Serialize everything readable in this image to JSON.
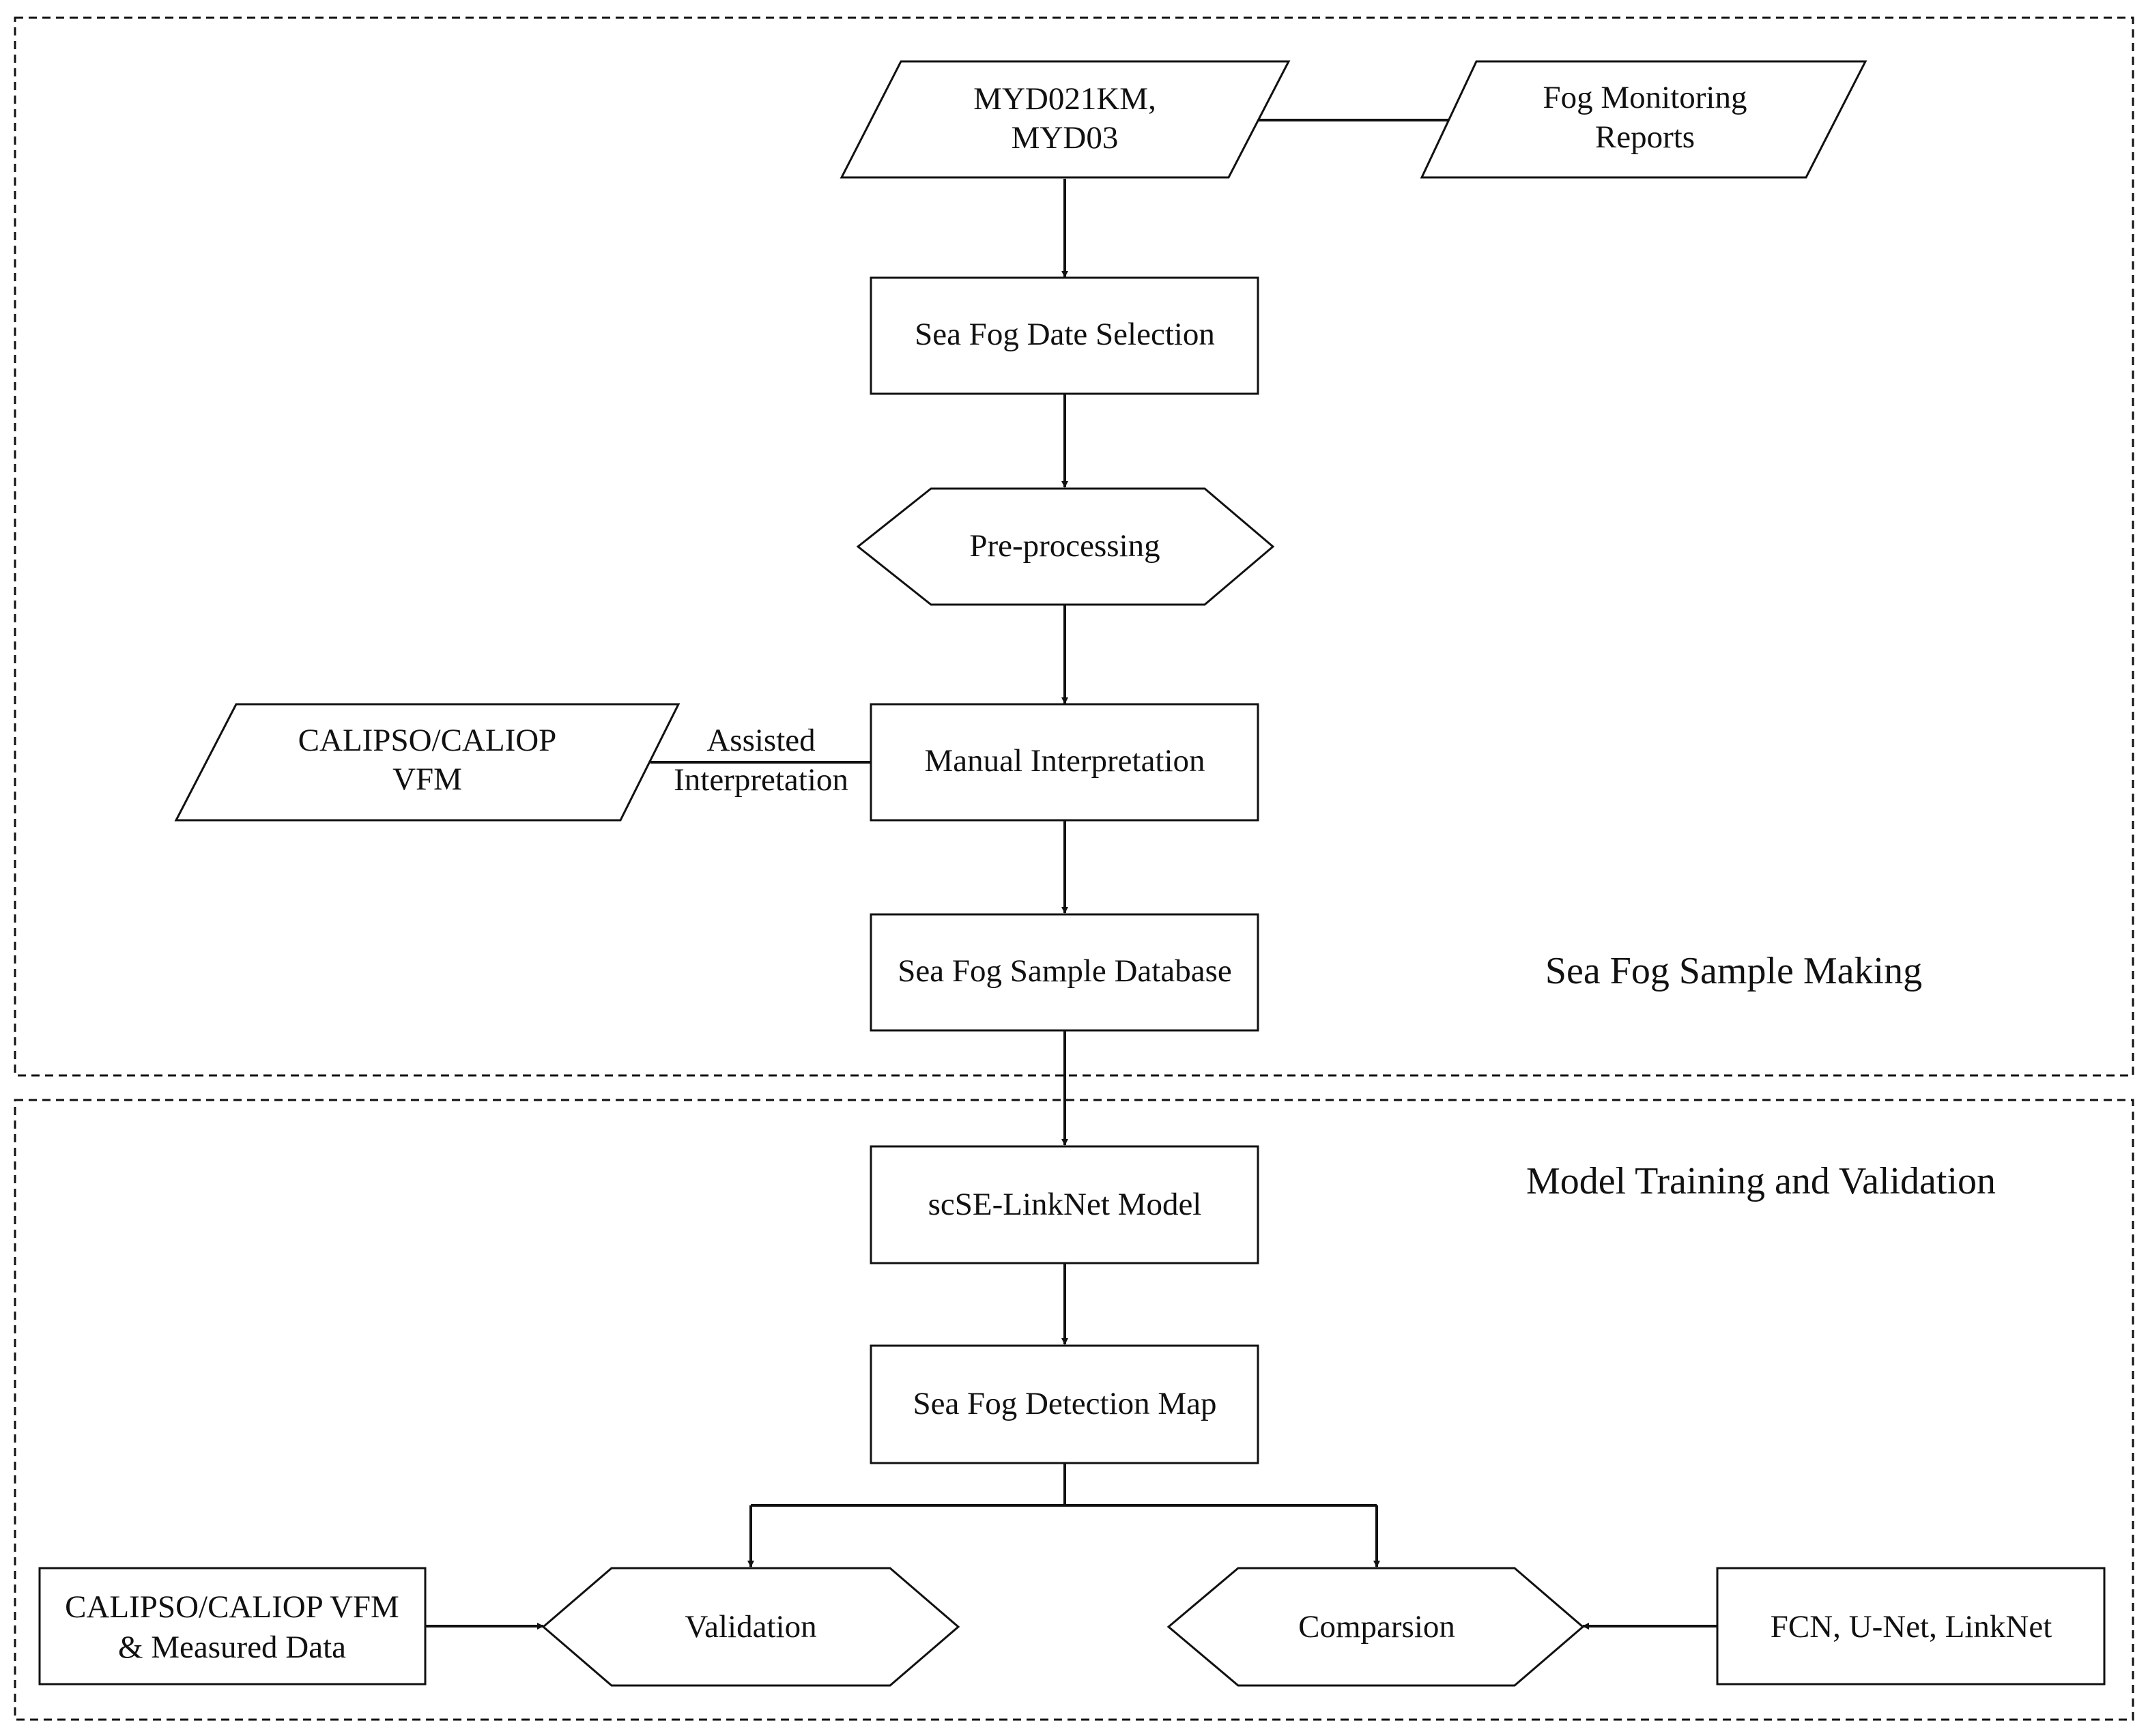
{
  "sections": {
    "sample_making": "Sea Fog Sample Making",
    "training_validation": "Model Training and Validation"
  },
  "nodes": {
    "myd_input": {
      "line1": "MYD021KM,",
      "line2": "MYD03"
    },
    "fog_reports": {
      "line1": "Fog Monitoring",
      "line2": "Reports"
    },
    "date_selection": "Sea Fog Date Selection",
    "preprocessing": "Pre-processing",
    "manual_interpretation": "Manual Interpretation",
    "calipso_vfm": {
      "line1": "CALIPSO/CALIOP",
      "line2": "VFM"
    },
    "sample_database": "Sea Fog Sample Database",
    "model": "scSE-LinkNet Model",
    "detection_map": "Sea Fog Detection Map",
    "validation": "Validation",
    "comparison": "Comparsion",
    "calipso_measured": {
      "line1": "CALIPSO/CALIOP VFM",
      "line2": "& Measured Data"
    },
    "baselines": "FCN, U-Net, LinkNet"
  },
  "edge_labels": {
    "assisted": {
      "line1": "Assisted",
      "line2": "Interpretation"
    }
  },
  "colors": {
    "stroke": "#111111",
    "background": "#ffffff"
  }
}
